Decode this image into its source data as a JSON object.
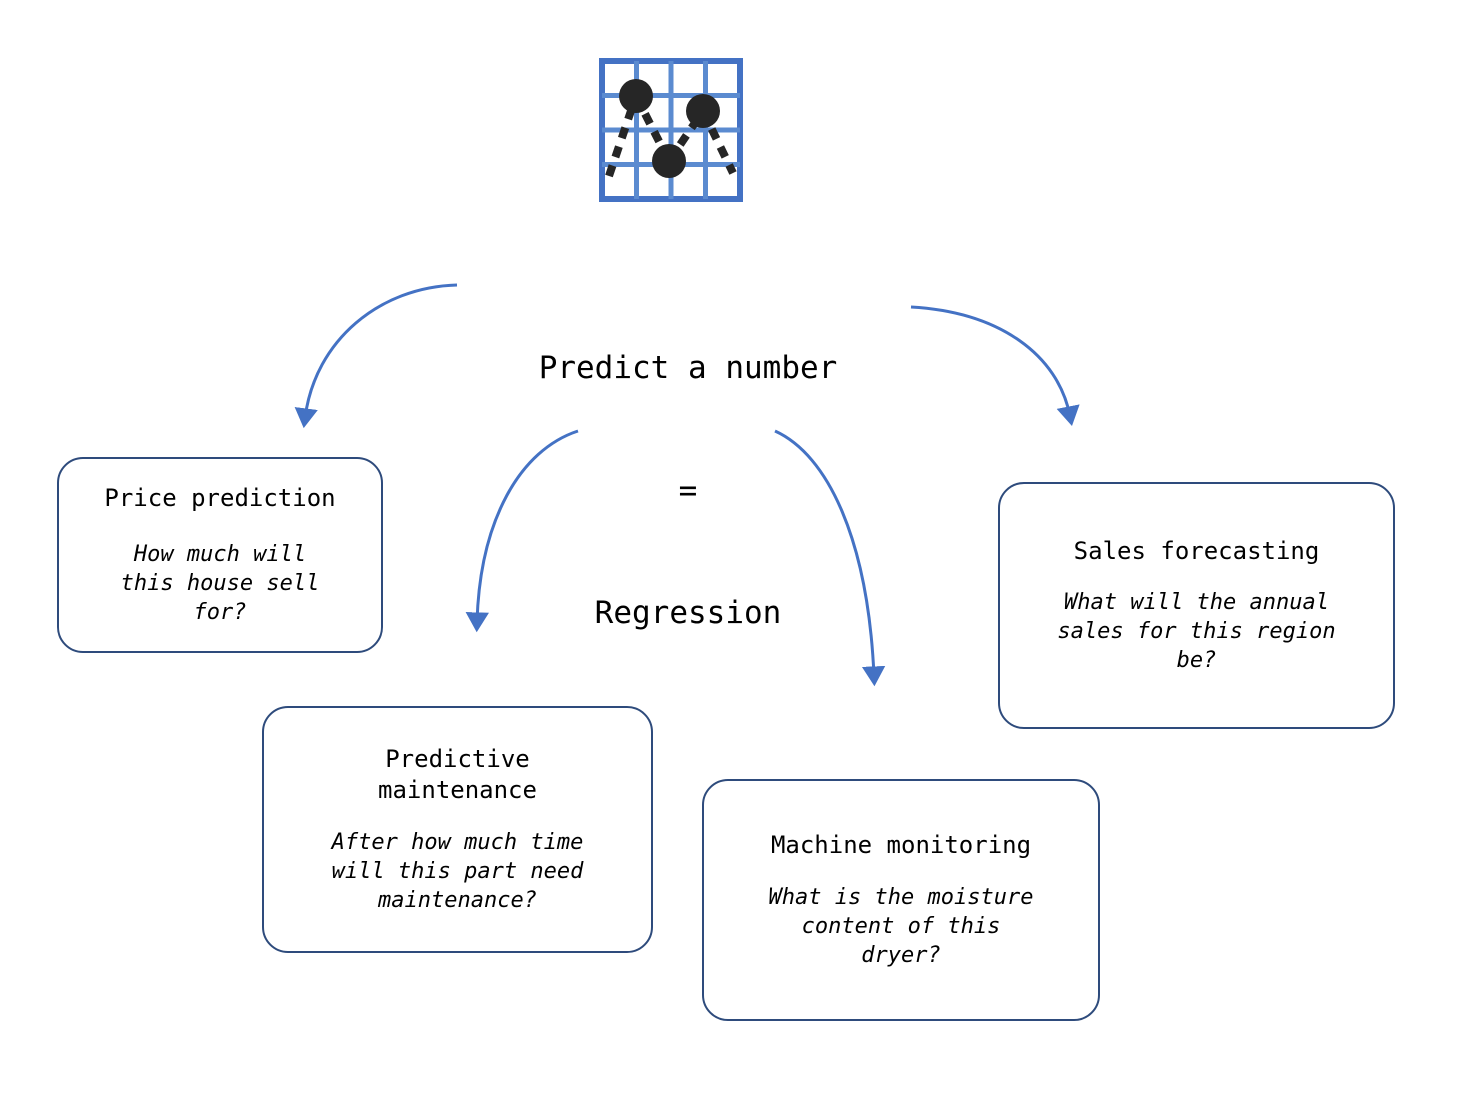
{
  "icon": {
    "name": "regression-chart-icon",
    "grid_color": "#5b8bd0",
    "border_color": "#4472c4",
    "point_color": "#262626",
    "points": 3,
    "grid_cells": 4
  },
  "title": {
    "line1": "Predict a number",
    "line2": "=",
    "line3": "Regression"
  },
  "colors": {
    "arrow": "#4472c4",
    "card_border": "#2e4b7c",
    "text": "#000000",
    "background": "#ffffff"
  },
  "cards": [
    {
      "id": "price-prediction",
      "title": "Price prediction",
      "question": "How much will\nthis house sell\nfor?"
    },
    {
      "id": "predictive-maintenance",
      "title": "Predictive\nmaintenance",
      "question": "After how much time\nwill this part need\nmaintenance?"
    },
    {
      "id": "machine-monitoring",
      "title": "Machine monitoring",
      "question": "What is the moisture\ncontent of this\ndryer?"
    },
    {
      "id": "sales-forecasting",
      "title": "Sales forecasting",
      "question": "What will the annual\nsales for this region\nbe?"
    }
  ],
  "arrows": [
    {
      "id": "arrow-to-price-prediction",
      "from": "title",
      "to": "price-prediction"
    },
    {
      "id": "arrow-to-predictive-maintenance",
      "from": "title",
      "to": "predictive-maintenance"
    },
    {
      "id": "arrow-to-machine-monitoring",
      "from": "title",
      "to": "machine-monitoring"
    },
    {
      "id": "arrow-to-sales-forecasting",
      "from": "title",
      "to": "sales-forecasting"
    }
  ]
}
